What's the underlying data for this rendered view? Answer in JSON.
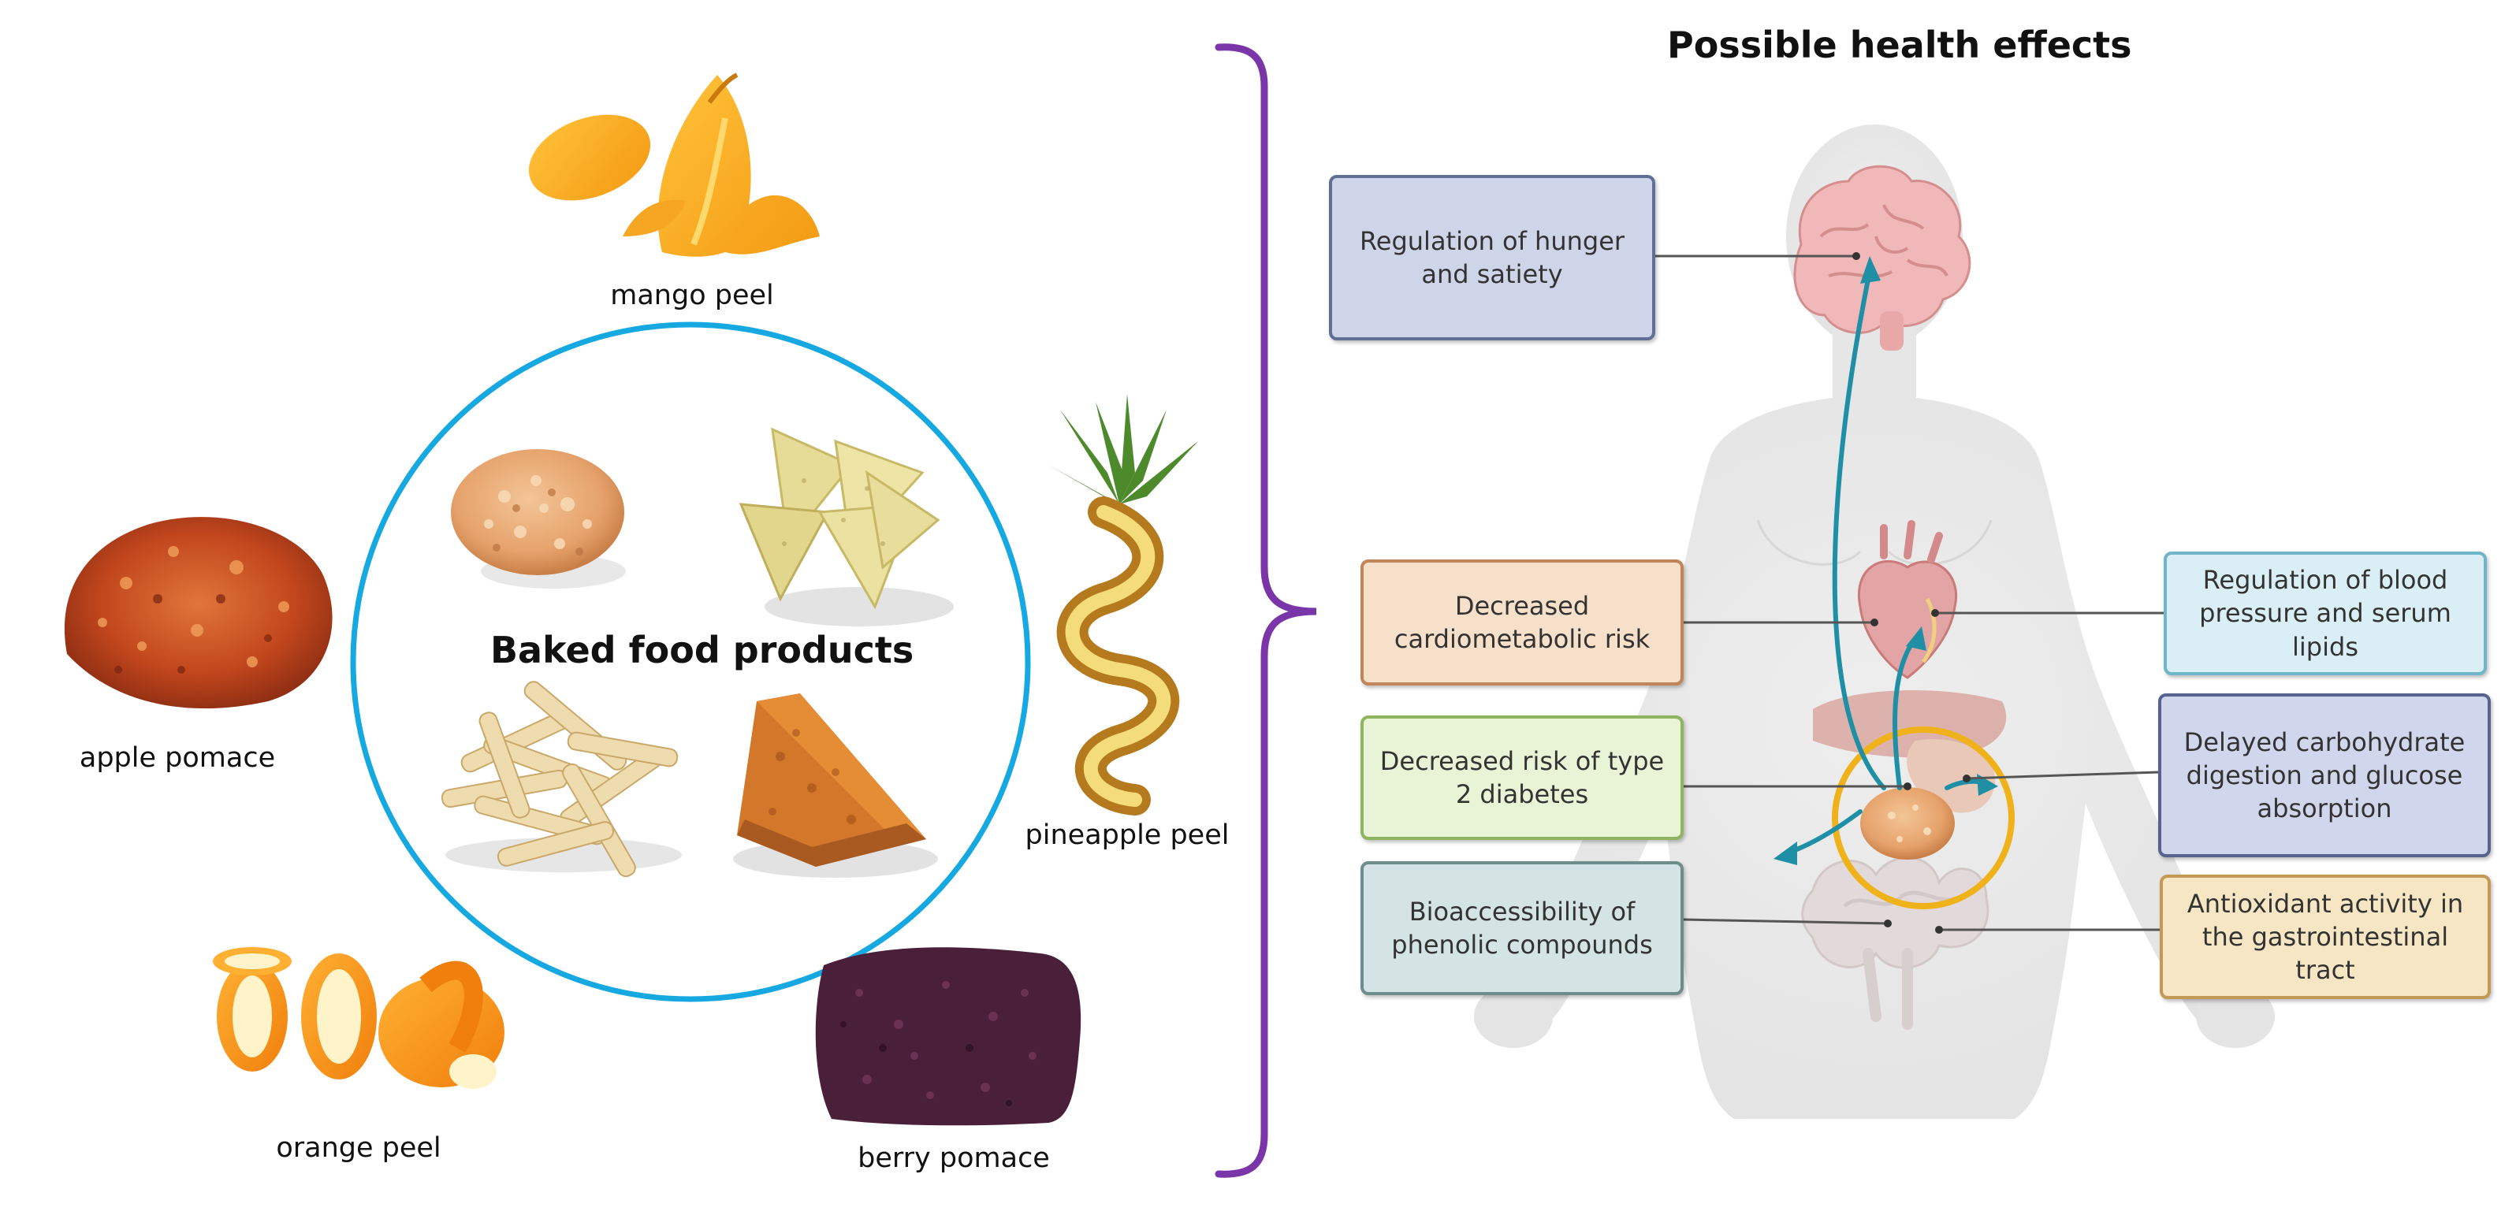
{
  "diagram": {
    "center_title": "Baked food products",
    "health_title": "Possible health effects",
    "sources": [
      {
        "label": "mango peel"
      },
      {
        "label": "apple pomace"
      },
      {
        "label": "pineapple peel"
      },
      {
        "label": "orange peel"
      },
      {
        "label": "berry pomace"
      }
    ],
    "effects": [
      {
        "text": "Regulation of hunger and satiety",
        "fill": "#ced5e8",
        "border": "#5f6f95"
      },
      {
        "text": "Decreased cardiometabolic risk",
        "fill": "#f6e0c9",
        "border": "#c0865a"
      },
      {
        "text": "Regulation of blood pressure and serum lipids",
        "fill": "#d9eef5",
        "border": "#6fb6c9"
      },
      {
        "text": "Decreased risk of type 2 diabetes",
        "fill": "#e9f3d5",
        "border": "#8fb561"
      },
      {
        "text": "Delayed carbohydrate digestion and glucose absorption",
        "fill": "#d0d6eb",
        "border": "#56638c"
      },
      {
        "text": "Bioaccessibility of phenolic compounds",
        "fill": "#d4e4e4",
        "border": "#6f8c8c"
      },
      {
        "text": "Antioxidant activity in the gastrointestinal tract",
        "fill": "#f6e6c3",
        "border": "#c29a55"
      }
    ],
    "colors": {
      "bracket": "#7a35a8",
      "circle": "#16a8e0",
      "highlight": "#f0b21a",
      "arrow": "#1e8fa5",
      "leader": "#555555"
    }
  }
}
